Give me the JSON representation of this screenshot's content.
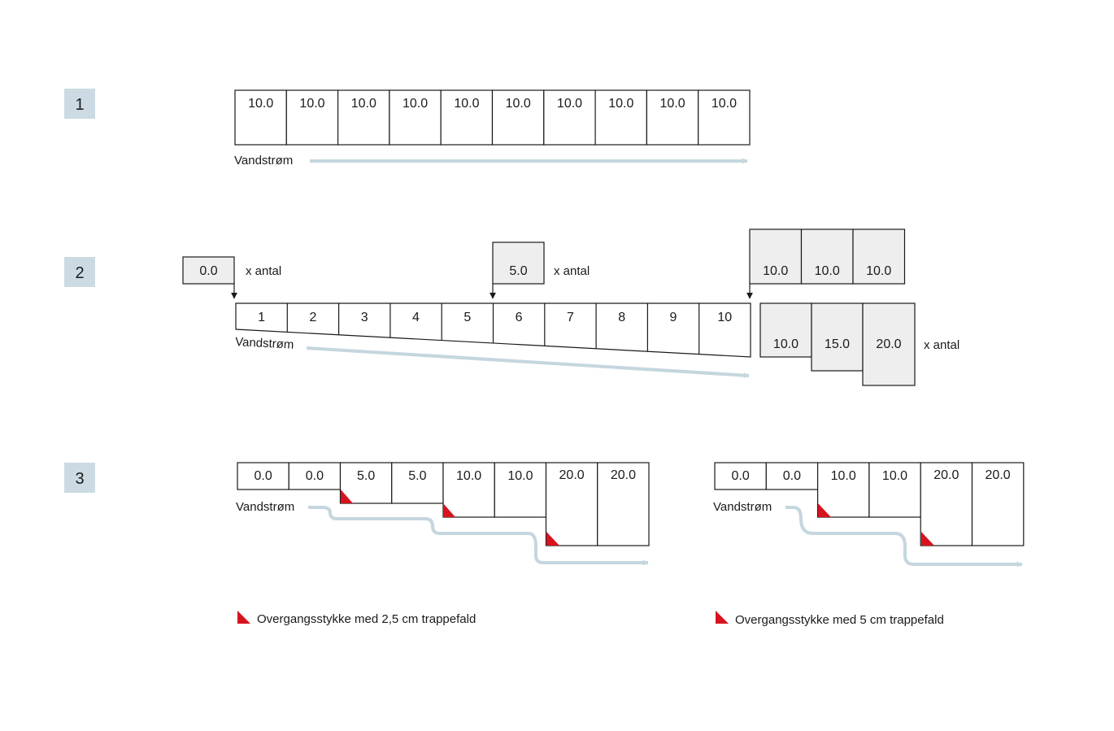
{
  "colors": {
    "badge": "#ccdbe3",
    "flow": "#c5d6de",
    "marker": "#d7141e",
    "box_fill": "#eeeeee",
    "stroke": "#1a1a1a"
  },
  "step1": {
    "number": "1",
    "cells": [
      "10.0",
      "10.0",
      "10.0",
      "10.0",
      "10.0",
      "10.0",
      "10.0",
      "10.0",
      "10.0",
      "10.0"
    ],
    "flow_label": "Vandstrøm"
  },
  "step2": {
    "number": "2",
    "cells": [
      "1",
      "2",
      "3",
      "4",
      "5",
      "6",
      "7",
      "8",
      "9",
      "10"
    ],
    "flow_label": "Vandstrøm",
    "insert_start": {
      "value": "0.0",
      "label": "x antal"
    },
    "insert_middle": {
      "value": "5.0",
      "label": "x antal"
    },
    "insert_end_top": [
      "10.0",
      "10.0",
      "10.0"
    ],
    "insert_end_bottom": [
      "10.0",
      "15.0",
      "20.0"
    ],
    "insert_end_label": "x antal"
  },
  "step3": {
    "number": "3",
    "left": {
      "cells": [
        "0.0",
        "0.0",
        "5.0",
        "5.0",
        "10.0",
        "10.0",
        "20.0",
        "20.0"
      ],
      "flow_label": "Vandstrøm",
      "legend": "Overgangsstykke med 2,5 cm trappefald"
    },
    "right": {
      "cells": [
        "0.0",
        "0.0",
        "10.0",
        "10.0",
        "20.0",
        "20.0"
      ],
      "flow_label": "Vandstrøm",
      "legend": "Overgangsstykke med 5 cm trappefald"
    }
  }
}
